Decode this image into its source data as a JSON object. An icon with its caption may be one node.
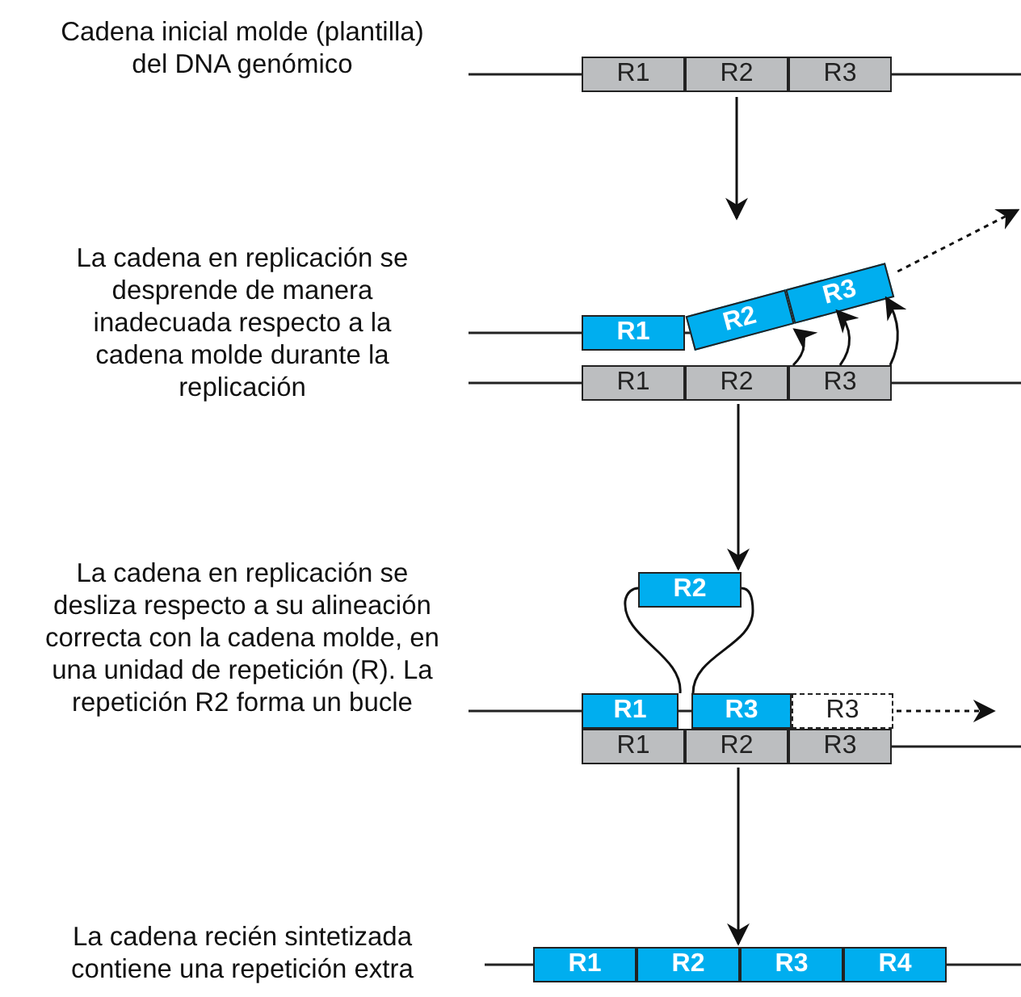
{
  "diagram": {
    "nodes": [
      {
        "text": [
          "R1"
        ]
      },
      {
        "text": [
          "R2"
        ]
      },
      {
        "text": [
          "R3"
        ]
      },
      {
        "text": [
          "R1"
        ]
      },
      {
        "text": [
          "R2"
        ]
      },
      {
        "text": [
          "R3"
        ]
      },
      {
        "text": [
          "R1"
        ]
      },
      {
        "text": [
          "R2"
        ]
      },
      {
        "text": [
          "R3"
        ]
      },
      {
        "text": [
          "R2"
        ]
      },
      {
        "text": [
          "R1"
        ]
      },
      {
        "text": [
          "R3"
        ]
      },
      {
        "text": [
          "R3"
        ]
      },
      {
        "text": [
          "R1"
        ]
      },
      {
        "text": [
          "R2"
        ]
      },
      {
        "text": [
          "R3"
        ]
      },
      {
        "text": [
          "R1"
        ]
      },
      {
        "text": [
          "R2"
        ]
      },
      {
        "text": [
          "R3"
        ]
      },
      {
        "text": [
          "R4"
        ]
      }
    ],
    "edges": [
      {
        "from": 1,
        "to": null,
        "arrow": "to"
      },
      {
        "from": 8,
        "to": 4,
        "arrow": "to"
      },
      {
        "from": 8,
        "to": 5,
        "arrow": "to"
      },
      {
        "from": 8,
        "to": 5,
        "arrow": "to"
      },
      {
        "from": 5,
        "to": null,
        "arrow": "to",
        "style": "dashed"
      },
      {
        "from": 7,
        "to": 9,
        "arrow": "to"
      },
      {
        "from": 10,
        "to": 9,
        "arrow": "none"
      },
      {
        "from": 9,
        "to": 11,
        "arrow": "none"
      },
      {
        "from": 12,
        "to": null,
        "arrow": "to",
        "style": "dashed"
      },
      {
        "from": 14,
        "to": 17,
        "arrow": "to"
      }
    ],
    "labels": [
      "Cadena inicial molde (plantilla) del DNA genómico",
      "La cadena en replicación se desprende de manera inadecuada respecto a la cadena molde durante la replicación",
      "La cadena en replicación se desliza respecto a su alineación correcta con la cadena molde, en una unidad de repetición (R). La repetición R2 forma un bucle",
      "La cadena recién sintetizada contiene una repetición extra"
    ]
  }
}
